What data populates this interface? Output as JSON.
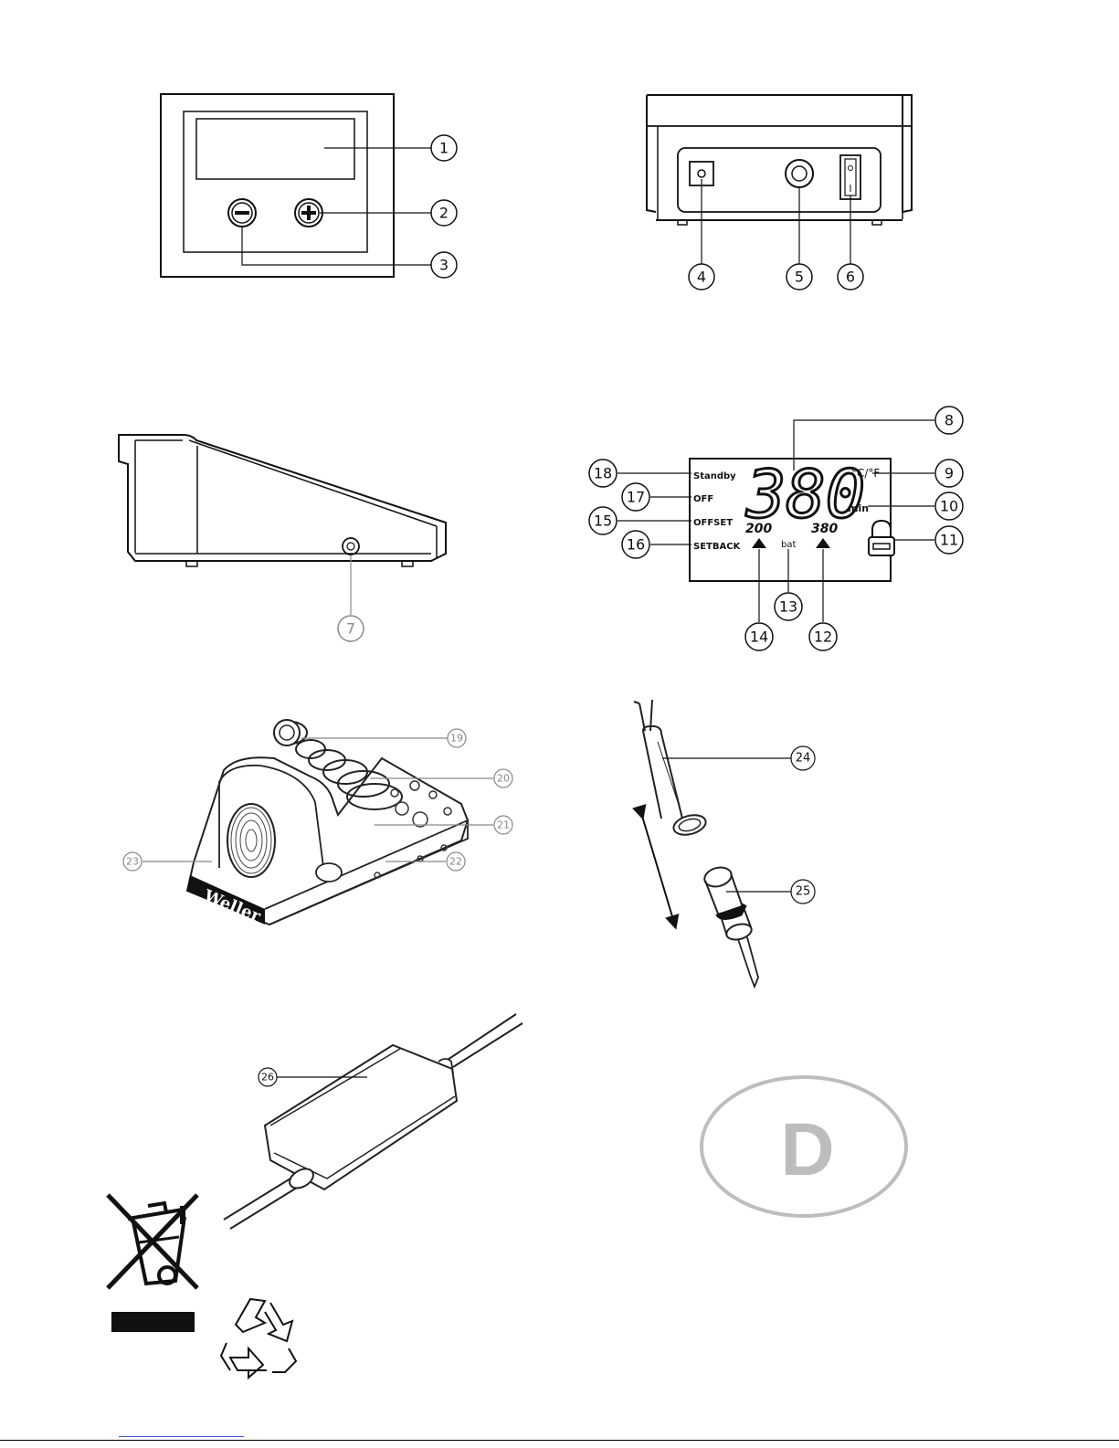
{
  "callouts": {
    "c1": "1",
    "c2": "2",
    "c3": "3",
    "c4": "4",
    "c5": "5",
    "c6": "6",
    "c7": "7",
    "c8": "8",
    "c9": "9",
    "c10": "10",
    "c11": "11",
    "c12": "12",
    "c13": "13",
    "c14": "14",
    "c15": "15",
    "c16": "16",
    "c17": "17",
    "c18": "18",
    "c19": "19",
    "c20": "20",
    "c21": "21",
    "c22": "22",
    "c23": "23",
    "c24": "24",
    "c25": "25",
    "c26": "26"
  },
  "lcd": {
    "standby": "Standby",
    "off": "OFF",
    "offset": "OFFSET",
    "setback": "SETBACK",
    "main_temp": "380",
    "unit": "°C/°F",
    "min": "min",
    "setback_temp": "200",
    "set_temp": "380",
    "bat": "bat"
  },
  "stand": {
    "brand": "Weller"
  },
  "country_badge": "D",
  "icons": [
    "weee-crossed-bin-icon",
    "recycle-icon",
    "padlock-icon"
  ]
}
